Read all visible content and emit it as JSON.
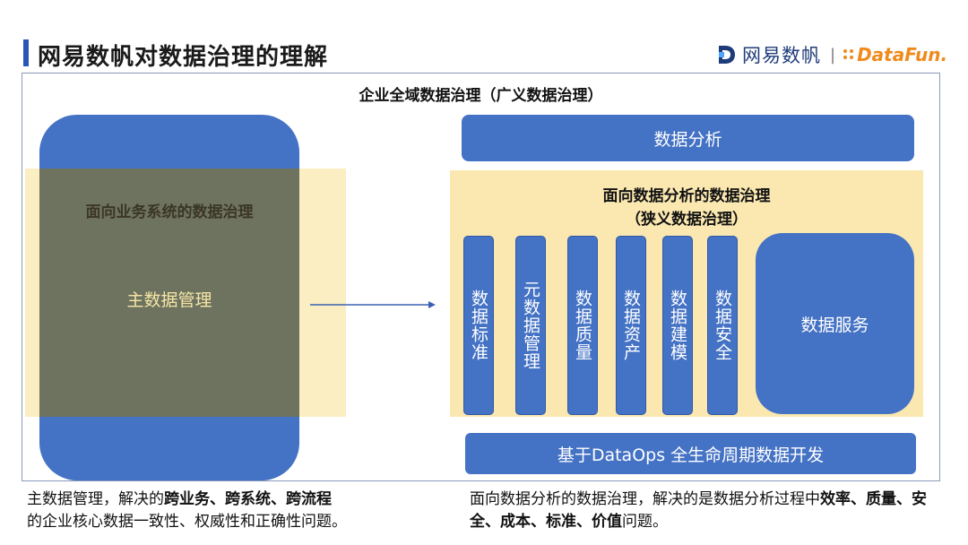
{
  "header": {
    "title": "网易数帆对数据治理的理解",
    "logo_cn": "网易数帆",
    "logo_sep": "|",
    "logo_datafun": "DataFun."
  },
  "diagram": {
    "frame_title": "企业全域数据治理（广义数据治理）",
    "left": {
      "heading": "面向业务系统的数据治理",
      "master": "主数据管理"
    },
    "right": {
      "top_label": "数据分析",
      "title_line1": "面向数据分析的数据治理",
      "title_line2": "（狭义数据治理）",
      "modules": [
        "数据标准",
        "元数据管理",
        "数据质量",
        "数据资产",
        "数据建模",
        "数据安全"
      ],
      "service": "数据服务",
      "bottom_label": "基于DataOps 全生命周期数据开发"
    }
  },
  "notes": {
    "left_p1": "主数据管理，解决的",
    "left_bold": "跨业务、跨系统、跨流程",
    "left_p2": "的企业核心数据一致性、权威性和正确性问题。",
    "right_p1": "面向数据分析的数据治理，解决的是数据分析过程中",
    "right_bold": "效率、质量、安全、成本、标准、价值",
    "right_p2": "问题。"
  },
  "colors": {
    "accent_blue": "#4472c4",
    "band_yellow": "#fbe8b0",
    "title_bar": "#2a56b8",
    "datafun_orange": "#f08a1c"
  }
}
